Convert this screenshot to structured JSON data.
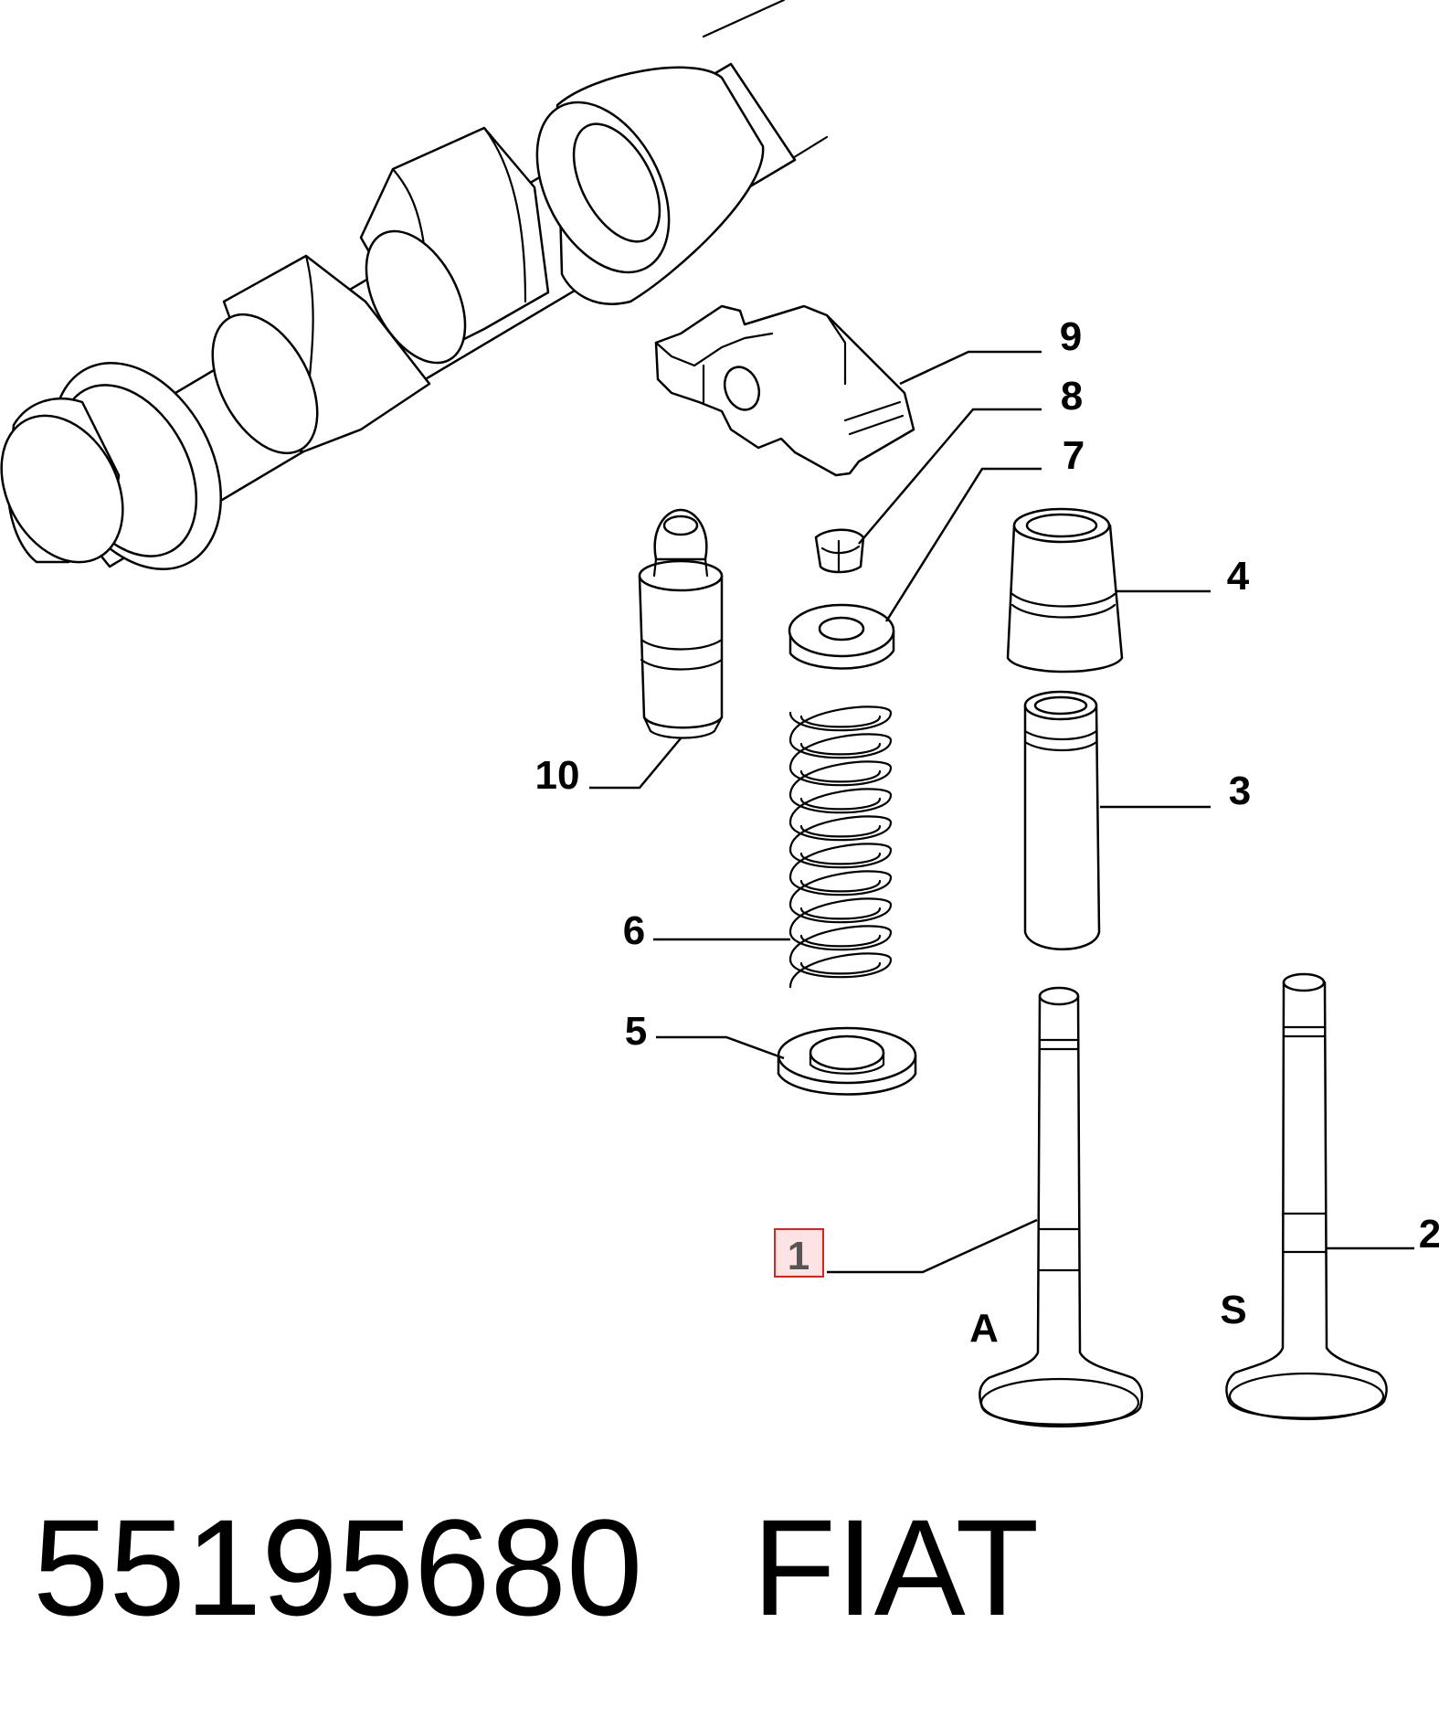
{
  "callouts": {
    "c1": "1",
    "c2": "2",
    "c3": "3",
    "c4": "4",
    "c5": "5",
    "c6": "6",
    "c7": "7",
    "c8": "8",
    "c9": "9",
    "c10": "10"
  },
  "variants": {
    "a": "A",
    "s": "S"
  },
  "highlight": {
    "callout": "1",
    "color": "#e0211d",
    "fill": "#fde3e3"
  },
  "footer": {
    "part_number": "55195680",
    "brand": "FIAT"
  }
}
